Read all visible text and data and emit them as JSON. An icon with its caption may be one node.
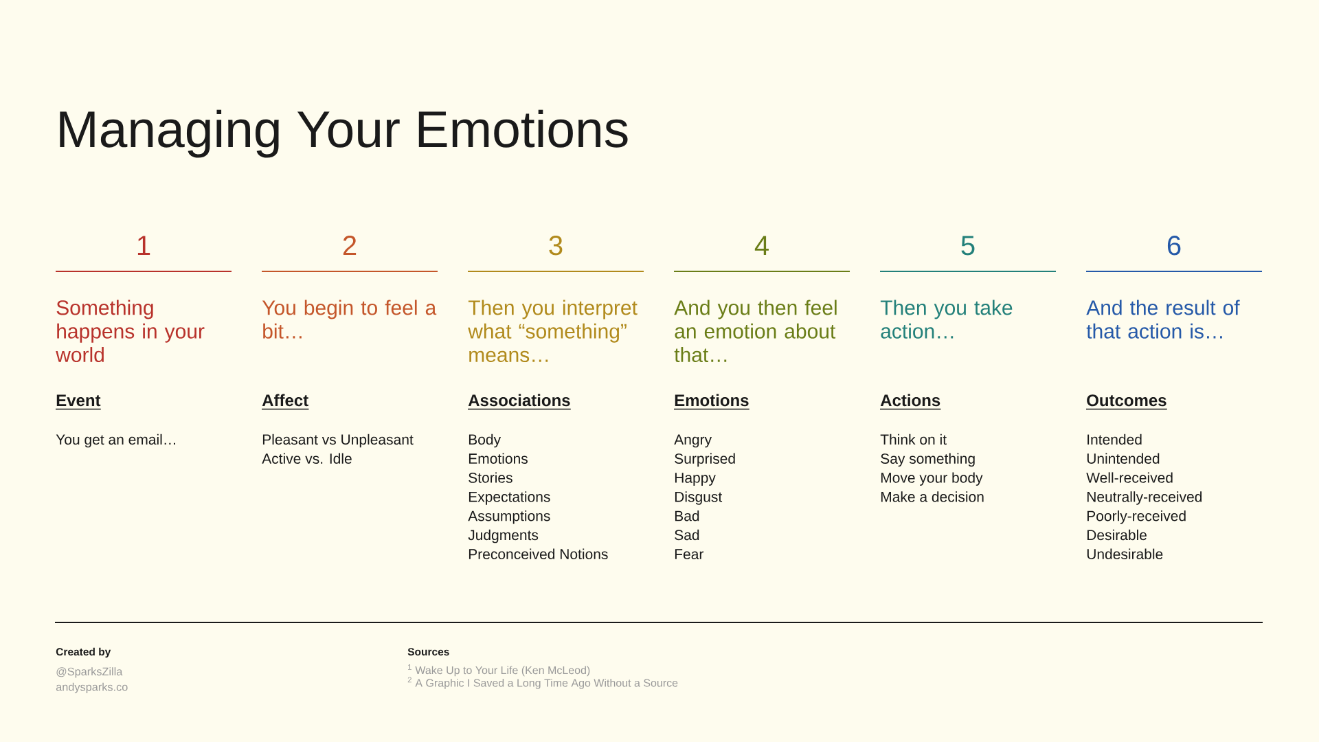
{
  "diagram": {
    "title": "Managing Your Emotions",
    "labels": [
      "1",
      "Something happens in your world",
      "Event",
      "You get an email…",
      "2",
      "You begin to feel a bit…",
      "Affect",
      "Pleasant vs Unpleasant",
      "Active vs. Idle",
      "3",
      "Then you interpret what “something” means…",
      "Associations",
      "Body",
      "Emotions",
      "Stories",
      "Expectations",
      "Assumptions",
      "Judgments",
      "Preconceived Notions",
      "4",
      "And you then feel an emotion about that…",
      "Emotions",
      "Angry",
      "Surprised",
      "Happy",
      "Disgust",
      "Bad",
      "Sad",
      "Fear",
      "5",
      "Then you take action…",
      "Actions",
      "Think on it",
      "Say something",
      "Move your body",
      "Make a decision",
      "6",
      "And the result of that action is…",
      "Outcomes",
      "Intended",
      "Unintended",
      "Well-received",
      "Neutrally-received",
      "Poorly-received",
      "Desirable",
      "Undesirable",
      "Created by",
      "@SparksZilla",
      "andysparks.co",
      "Sources",
      "$^{1}$ Wake Up to Your Life (Ken McLeod)",
      "$^{2}$ A Graphic I Saved a Long Time Ago Without a Source"
    ]
  }
}
